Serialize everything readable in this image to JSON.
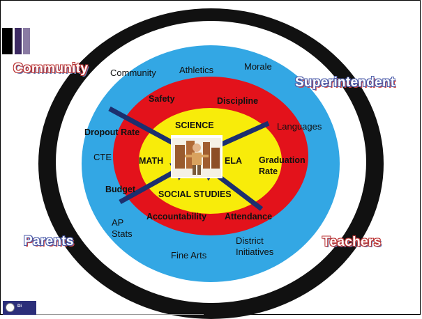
{
  "outer_labels": {
    "community": "Community",
    "superintendent": "Superintendent",
    "parents": "Parents",
    "teachers": "Teachers"
  },
  "white_ring": {
    "community": "Community",
    "athletics": "Athletics",
    "morale": "Morale",
    "languages": "Languages",
    "cte": "CTE",
    "ap_stats": "AP\nStats",
    "fine_arts": "Fine Arts",
    "district_initiatives": "District\nInitiatives"
  },
  "red_ring": {
    "safety": "Safety",
    "discipline": "Discipline",
    "dropout_rate": "Dropout Rate",
    "graduation_rate": "Graduation\nRate",
    "budget": "Budget",
    "accountability": "Accountability",
    "attendance": "Attendance"
  },
  "yellow_ring": {
    "science": "SCIENCE",
    "math": "MATH",
    "ela": "ELA",
    "social_studies": "SOCIAL STUDIES"
  },
  "logo": {
    "text": "Di"
  },
  "colors": {
    "outer_ring": "#111111",
    "white_ring": "#ffffff",
    "blue_ring": "#33a7e4",
    "red_ring": "#e3121b",
    "yellow_ring": "#f8ec0a",
    "arrow": "#1c2f6f",
    "accent_purple": "#3d2b63"
  },
  "icons": [
    "corner-accent-bars-icon",
    "businessman-icon",
    "district-seal-icon"
  ]
}
